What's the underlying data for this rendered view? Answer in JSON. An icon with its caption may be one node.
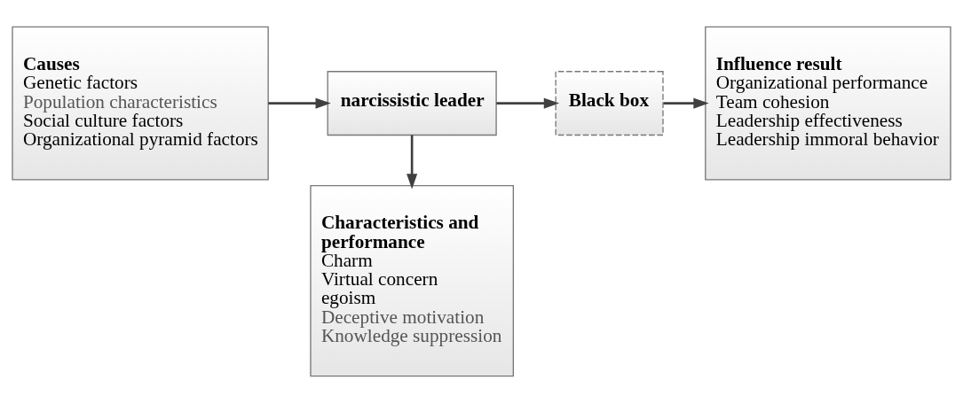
{
  "diagram": {
    "nodes": [
      {
        "text": [
          "Causes",
          "Genetic factors",
          "Population characteristics",
          "Social culture factors",
          "Organizational pyramid factors"
        ]
      },
      {
        "text": [
          "narcissistic leader"
        ]
      },
      {
        "text": [
          "Black box"
        ]
      },
      {
        "text": [
          "Influence result",
          "Organizational performance",
          "Team cohesion",
          "Leadership effectiveness",
          "Leadership immoral behavior"
        ]
      },
      {
        "text": [
          "Characteristics and performance",
          "Charm",
          "Virtual concern",
          "egoism",
          "Deceptive motivation",
          "Knowledge suppression"
        ]
      }
    ],
    "edges": [
      {
        "from": 0,
        "to": 1,
        "arrow": "to"
      },
      {
        "from": 1,
        "to": 2,
        "arrow": "to"
      },
      {
        "from": 2,
        "to": 3,
        "arrow": "to"
      },
      {
        "from": 1,
        "to": 4,
        "arrow": "to"
      }
    ]
  }
}
